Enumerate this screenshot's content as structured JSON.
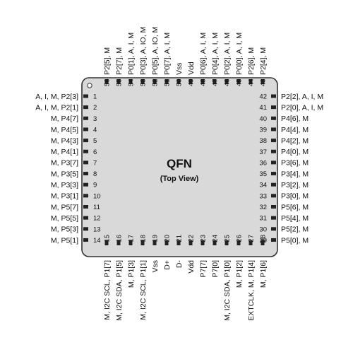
{
  "chip": {
    "title": "QFN",
    "subtitle": "(Top View)"
  },
  "pins": {
    "left": [
      {
        "num": "1",
        "label": "A, I, M, P2[3]"
      },
      {
        "num": "2",
        "label": "A, I, M, P2[1]"
      },
      {
        "num": "3",
        "label": "M, P4[7]"
      },
      {
        "num": "4",
        "label": "M, P4[5]"
      },
      {
        "num": "5",
        "label": "M, P4[3]"
      },
      {
        "num": "6",
        "label": "M, P4[1]"
      },
      {
        "num": "7",
        "label": "M, P3[7]"
      },
      {
        "num": "8",
        "label": "M, P3[5]"
      },
      {
        "num": "9",
        "label": "M, P3[3]"
      },
      {
        "num": "10",
        "label": "M, P3[1]"
      },
      {
        "num": "11",
        "label": "M, P5[7]"
      },
      {
        "num": "12",
        "label": "M, P5[5]"
      },
      {
        "num": "13",
        "label": "M, P5[3]"
      },
      {
        "num": "14",
        "label": "M, P5[1]"
      }
    ],
    "bottom": [
      {
        "num": "15",
        "label": "M, I2C SCL, P1[7]"
      },
      {
        "num": "16",
        "label": "M, I2C SDA, P1[5]"
      },
      {
        "num": "17",
        "label": "M, P1[3]"
      },
      {
        "num": "18",
        "label": "M, I2C SCL, P1[1]"
      },
      {
        "num": "19",
        "label": "Vss"
      },
      {
        "num": "20",
        "label": "D+"
      },
      {
        "num": "21",
        "label": "D-"
      },
      {
        "num": "22",
        "label": "Vdd"
      },
      {
        "num": "23",
        "label": "P7[7]"
      },
      {
        "num": "24",
        "label": "P7[0]"
      },
      {
        "num": "25",
        "label": "M, I2C SDA, P1[0]"
      },
      {
        "num": "26",
        "label": "M, P1[2]"
      },
      {
        "num": "27",
        "label": "EXTCLK, M, P1[4]"
      },
      {
        "num": "28",
        "label": "M, P1[6]"
      }
    ],
    "right": [
      {
        "num": "42",
        "label": "P2[2], A, I, M"
      },
      {
        "num": "41",
        "label": "P2[0], A, I, M"
      },
      {
        "num": "40",
        "label": "P4[6], M"
      },
      {
        "num": "39",
        "label": "P4[4], M"
      },
      {
        "num": "38",
        "label": "P4[2], M"
      },
      {
        "num": "37",
        "label": "P4[0], M"
      },
      {
        "num": "36",
        "label": "P3[6], M"
      },
      {
        "num": "35",
        "label": "P3[4], M"
      },
      {
        "num": "34",
        "label": "P3[2], M"
      },
      {
        "num": "33",
        "label": "P3[0], M"
      },
      {
        "num": "32",
        "label": "P5[6], M"
      },
      {
        "num": "31",
        "label": "P5[4], M"
      },
      {
        "num": "30",
        "label": "P5[2], M"
      },
      {
        "num": "29",
        "label": "P5[0], M"
      }
    ],
    "top": [
      {
        "num": "56",
        "label": "P2[5], M"
      },
      {
        "num": "55",
        "label": "P2[7], M"
      },
      {
        "num": "54",
        "label": "P0[1], A, I, M"
      },
      {
        "num": "53",
        "label": "P0[3], A, IO, M"
      },
      {
        "num": "52",
        "label": "P0[5], A, IO, M"
      },
      {
        "num": "51",
        "label": "P0[7], A, I, M"
      },
      {
        "num": "50",
        "label": "Vss"
      },
      {
        "num": "49",
        "label": "Vdd"
      },
      {
        "num": "48",
        "label": "P0[6], A, I, M"
      },
      {
        "num": "47",
        "label": "P0[4], A, I, M"
      },
      {
        "num": "46",
        "label": "P0[2], A, I, M"
      },
      {
        "num": "45",
        "label": "P0[0], A, I, M"
      },
      {
        "num": "44",
        "label": "P2[6], M"
      },
      {
        "num": "43",
        "label": "P2[4], M"
      }
    ]
  }
}
